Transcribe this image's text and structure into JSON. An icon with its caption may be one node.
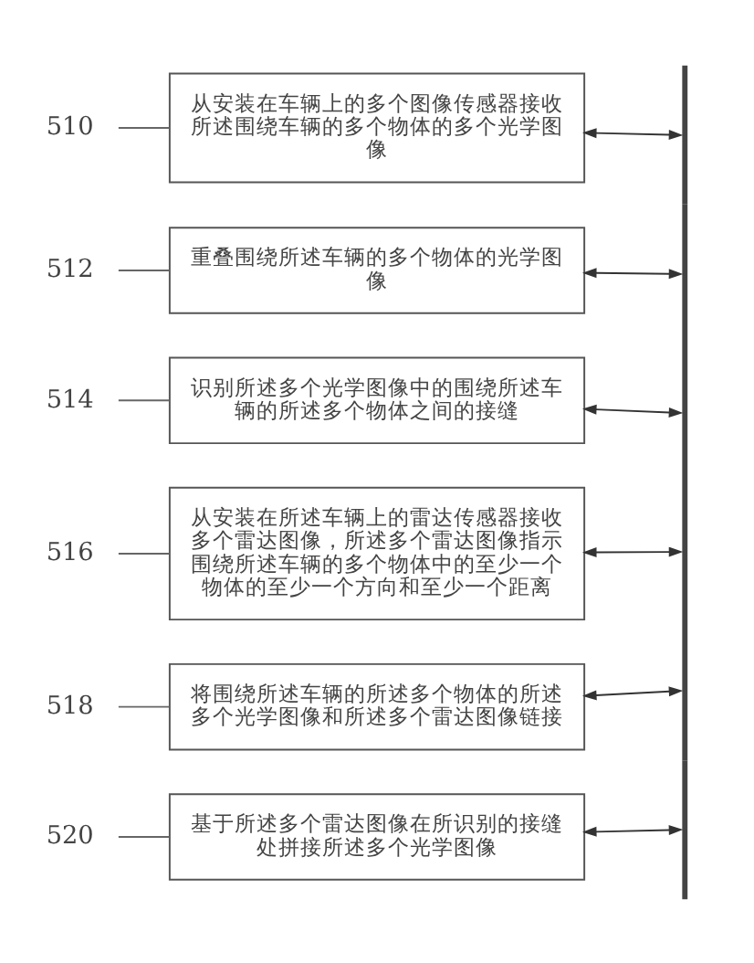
{
  "diagram": {
    "nodes": [
      {
        "text": [
          "510"
        ]
      },
      {
        "text": [
          "从安装在车辆上的多个图像传感器接收所述围绕车辆的多个物体的多个光学图像"
        ]
      },
      {
        "text": [
          "512"
        ]
      },
      {
        "text": [
          "重叠围绕所述车辆的多个物体的光学图像"
        ]
      },
      {
        "text": [
          "514"
        ]
      },
      {
        "text": [
          "识别所述多个光学图像中的围绕所述车辆的所述多个物体之间的接缝"
        ]
      },
      {
        "text": [
          "516"
        ]
      },
      {
        "text": [
          "从安装在所述车辆上的雷达传感器接收多个雷达图像，所述多个雷达图像指示围绕所述车辆的多个物体中的至少一个物体的至少一个方向和至少一个距离"
        ]
      },
      {
        "text": [
          "518"
        ]
      },
      {
        "text": [
          "将围绕所述车辆的所述多个物体的所述多个光学图像和所述多个雷达图像链接"
        ]
      },
      {
        "text": [
          "520"
        ]
      },
      {
        "text": [
          "基于所述多个雷达图像在所识别的接缝处拼接所述多个光学图像"
        ]
      },
      {
        "text": [],
        "shape": "bar"
      }
    ],
    "edges": [
      {
        "from": 0,
        "to": 1,
        "arrow": "none"
      },
      {
        "from": 1,
        "to": 12,
        "arrow": "both"
      },
      {
        "from": 2,
        "to": 3,
        "arrow": "none"
      },
      {
        "from": 3,
        "to": 12,
        "arrow": "both"
      },
      {
        "from": 4,
        "to": 5,
        "arrow": "none"
      },
      {
        "from": 5,
        "to": 12,
        "arrow": "both"
      },
      {
        "from": 6,
        "to": 7,
        "arrow": "none"
      },
      {
        "from": 7,
        "to": 12,
        "arrow": "both"
      },
      {
        "from": 8,
        "to": 9,
        "arrow": "none"
      },
      {
        "from": 9,
        "to": 12,
        "arrow": "both"
      },
      {
        "from": 10,
        "to": 11,
        "arrow": "none"
      },
      {
        "from": 11,
        "to": 12,
        "arrow": "both"
      }
    ]
  }
}
